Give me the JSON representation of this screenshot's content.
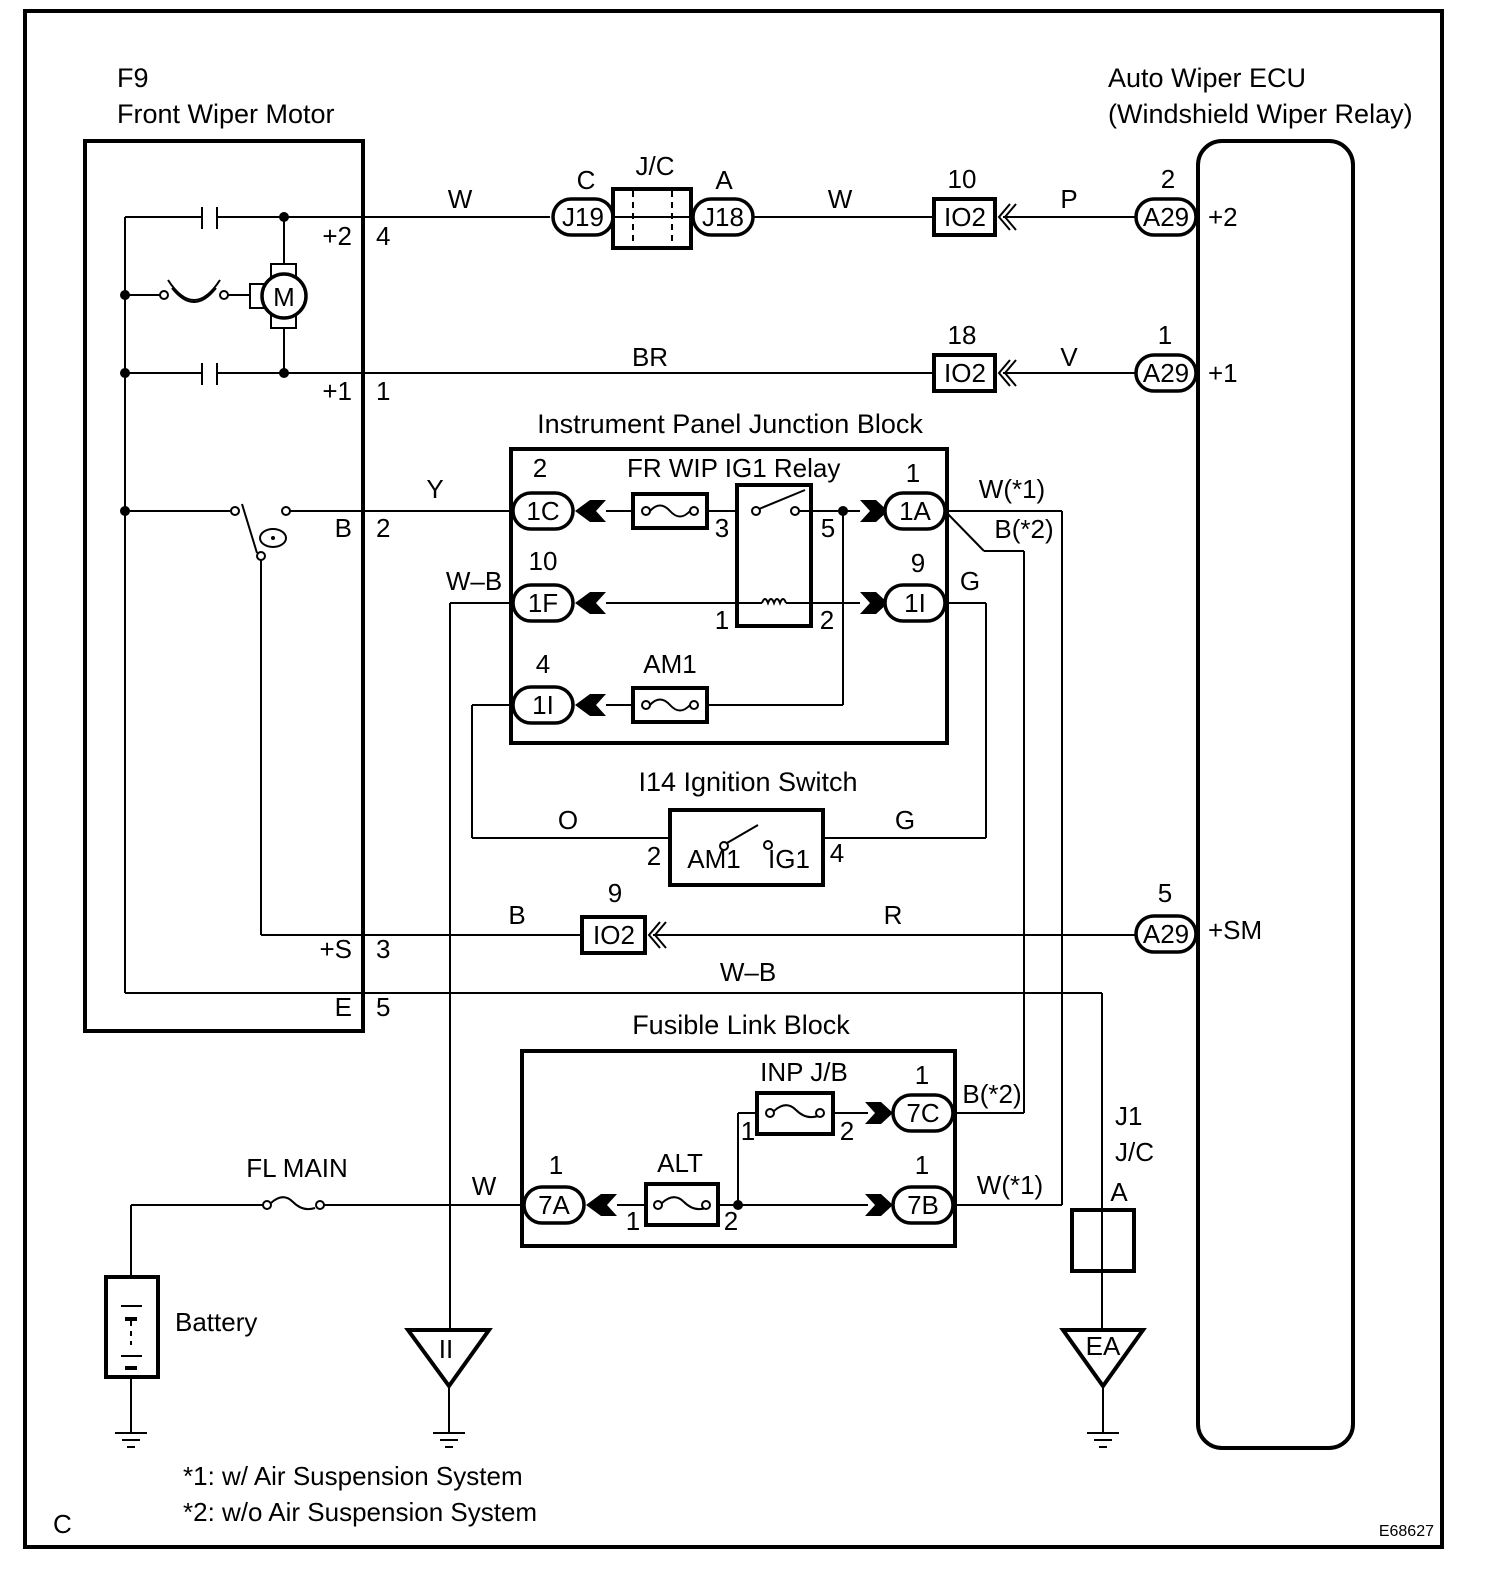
{
  "diagram": {
    "figure_id": "E68627",
    "corner_label": "C",
    "notes": [
      "*1: w/ Air Suspension System",
      "*2: w/o Air Suspension System"
    ]
  },
  "motor": {
    "code": "F9",
    "name": "Front Wiper Motor",
    "symbol": "M",
    "pins": [
      {
        "terminal": "+2",
        "pin": "4"
      },
      {
        "terminal": "+1",
        "pin": "1"
      },
      {
        "terminal": "B",
        "pin": "2"
      },
      {
        "terminal": "+S",
        "pin": "3"
      },
      {
        "terminal": "E",
        "pin": "5"
      }
    ]
  },
  "ecu": {
    "title": "Auto Wiper ECU",
    "subtitle": "(Windshield Wiper Relay)",
    "pins": [
      {
        "connector": "A29",
        "pin": "2",
        "terminal": "+2"
      },
      {
        "connector": "A29",
        "pin": "1",
        "terminal": "+1"
      },
      {
        "connector": "A29",
        "pin": "5",
        "terminal": "+SM"
      }
    ]
  },
  "jc_top": {
    "label": "J/C",
    "left_pin": "C",
    "right_pin": "A",
    "left_connector": "J19",
    "right_connector": "J18"
  },
  "io2": [
    {
      "connector": "IO2",
      "pin": "10"
    },
    {
      "connector": "IO2",
      "pin": "18"
    },
    {
      "connector": "IO2",
      "pin": "9"
    }
  ],
  "wires": {
    "w_top_left": "W",
    "w_top_mid": "W",
    "p_top": "P",
    "br": "BR",
    "v": "V",
    "y": "Y",
    "w_b_1f": "W–B",
    "g_1i": "G",
    "w1_top": "W(*1)",
    "b2_top": "B(*2)",
    "o_ign": "O",
    "g_ign": "G",
    "b_s": "B",
    "r_sm": "R",
    "w_b_e": "W–B",
    "b2_fl": "B(*2)",
    "w1_fl": "W(*1)",
    "w_main": "W"
  },
  "ipjb": {
    "title": "Instrument Panel Junction Block",
    "relay_label": "FR WIP IG1 Relay",
    "fuse_label": "AM1",
    "connectors": [
      {
        "pin": "2",
        "connector": "1C"
      },
      {
        "pin": "10",
        "connector": "1F"
      },
      {
        "pin": "4",
        "connector": "1I"
      },
      {
        "pin": "1",
        "connector": "1A"
      },
      {
        "pin": "9",
        "connector": "1I"
      }
    ],
    "relay_pins": {
      "p3": "3",
      "p5": "5",
      "p1": "1",
      "p2": "2"
    }
  },
  "ignition": {
    "title": "I14 Ignition Switch",
    "left_pin": "2",
    "right_pin": "4",
    "left_label": "AM1",
    "right_label": "IG1"
  },
  "flb": {
    "title": "Fusible Link Block",
    "fuse_inp": "INP J/B",
    "fuse_alt": "ALT",
    "connectors": [
      {
        "pin": "1",
        "connector": "7C"
      },
      {
        "pin": "1",
        "connector": "7A"
      },
      {
        "pin": "1",
        "connector": "7B"
      }
    ],
    "fuse_pins": {
      "inp_in": "1",
      "inp_out": "2",
      "alt_in": "1",
      "alt_out": "2"
    }
  },
  "power": {
    "fl_main": "FL MAIN",
    "battery": "Battery"
  },
  "jc_bottom": {
    "code": "J1",
    "label": "J/C",
    "pin": "A"
  },
  "grounds": [
    {
      "label": "II"
    },
    {
      "label": "EA"
    }
  ]
}
